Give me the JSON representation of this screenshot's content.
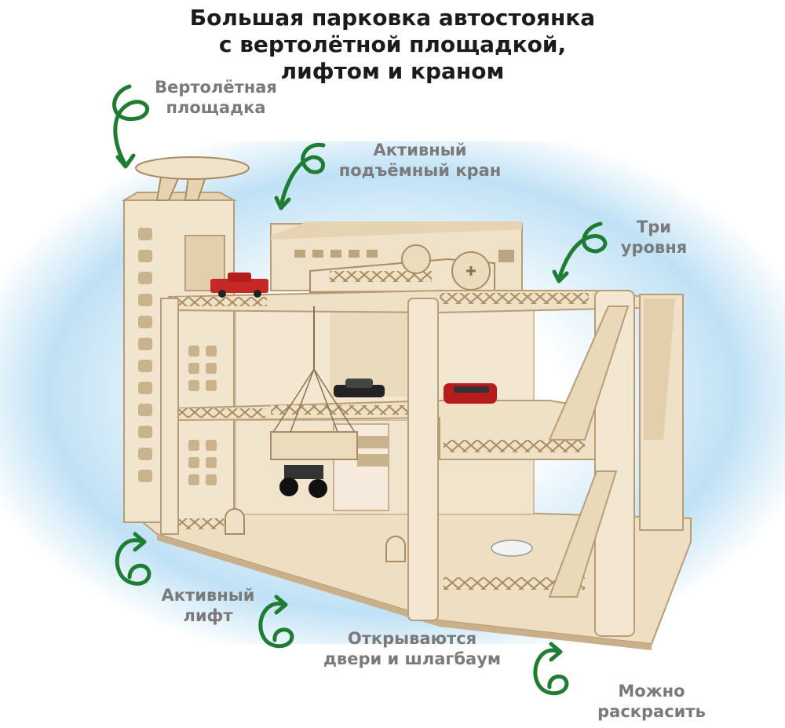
{
  "title": {
    "line1": "Большая парковка автостоянка",
    "line2": "с вертолётной площадкой,",
    "line3": "лифтом и краном"
  },
  "callouts": {
    "helipad": {
      "line1": "Вертолётная",
      "line2": "площадка"
    },
    "crane": {
      "line1": "Активный",
      "line2": "подъёмный кран"
    },
    "levels": {
      "line1": "Три",
      "line2": "уровня"
    },
    "lift": {
      "line1": "Активный",
      "line2": "лифт"
    },
    "doors": {
      "line1": "Открываются",
      "line2": "двери и шлагбаум"
    },
    "paint": {
      "line1": "Можно",
      "line2": "раскрасить"
    }
  },
  "colors": {
    "arrow": "#1e7d32",
    "wood": "#f1e4cc",
    "wood_dark": "#d8c3a1",
    "wood_edge": "#b89d76",
    "label": "#7a7a7a",
    "title": "#1b1b1b"
  }
}
